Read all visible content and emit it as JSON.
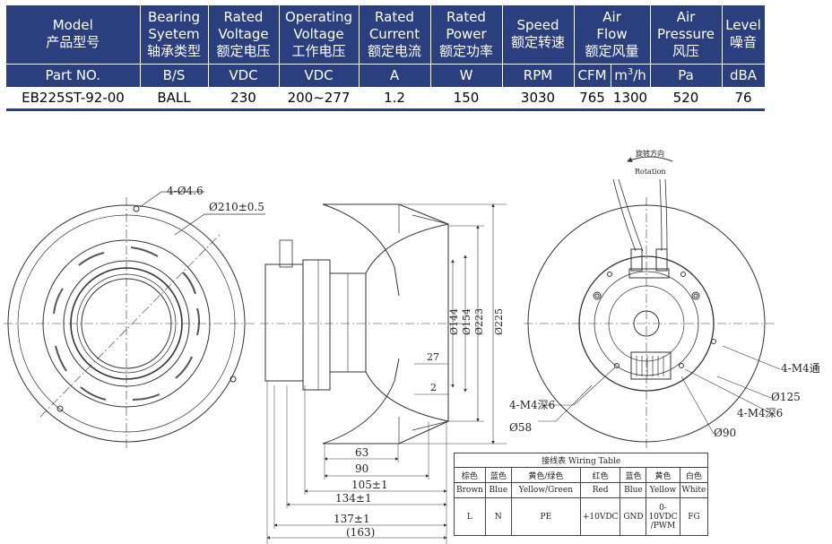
{
  "spec_table": {
    "headers": [
      {
        "en": [
          "Model"
        ],
        "cn": "产品型号"
      },
      {
        "en": [
          "Bearing",
          "Syetem"
        ],
        "cn": "轴承类型"
      },
      {
        "en": [
          "Rated",
          "Voltage"
        ],
        "cn": "额定电压"
      },
      {
        "en": [
          "Operating",
          "Voltage"
        ],
        "cn": "工作电压"
      },
      {
        "en": [
          "Rated",
          "Current"
        ],
        "cn": "额定电流"
      },
      {
        "en": [
          "Rated",
          "Power"
        ],
        "cn": "额定功率"
      },
      {
        "en": [
          "Speed"
        ],
        "cn": "额定转速"
      },
      {
        "en": [
          "Air",
          "Flow"
        ],
        "cn": "额定风量"
      },
      {
        "en": [
          "Air",
          "Pressure"
        ],
        "cn": "风压"
      },
      {
        "en": [
          "Level"
        ],
        "cn": "噪音"
      }
    ],
    "units": [
      "Part NO.",
      "B/S",
      "VDC",
      "VDC",
      "A",
      "W",
      "RPM",
      "CFM",
      "m",
      "3",
      "/h",
      "Pa",
      "dBA"
    ],
    "values": [
      "EB225ST-92-00",
      "BALL",
      "230",
      "200~277",
      "1.2",
      "150",
      "3030",
      "765",
      "1300",
      "520",
      "76"
    ]
  },
  "front_view": {
    "label_holes": "4-Ø4.6",
    "label_diameter": "Ø210±0.5"
  },
  "side_view": {
    "dims_vertical": [
      "Ø144",
      "Ø154",
      "Ø223",
      "Ø225"
    ],
    "dims_small": [
      "27",
      "2"
    ],
    "dims_horizontal": [
      "63",
      "90",
      "105±1",
      "134±1",
      "137±1",
      "(163)"
    ]
  },
  "rear_view": {
    "rotation_cn": "旋转方向",
    "rotation_en": "Rotation",
    "label_m4_through": "4-M4通",
    "label_m4_deep_left": "4-M4深6",
    "label_m4_deep_right": "4-M4深6",
    "label_d125": "Ø125",
    "label_d58": "Ø58",
    "label_d90": "Ø90"
  },
  "wiring_table": {
    "title": "接线表 Wiring Table",
    "cn": [
      "棕色",
      "蓝色",
      "黄色/绿色",
      "红色",
      "蓝色",
      "黄色",
      "白色"
    ],
    "en": [
      "Brown",
      "Blue",
      "Yellow/Green",
      "Red",
      "Blue",
      "Yellow",
      "White"
    ],
    "signal": [
      "L",
      "N",
      "PE",
      "+10VDC",
      "GND",
      "0-10VDC",
      "/PWM",
      "FG"
    ]
  }
}
